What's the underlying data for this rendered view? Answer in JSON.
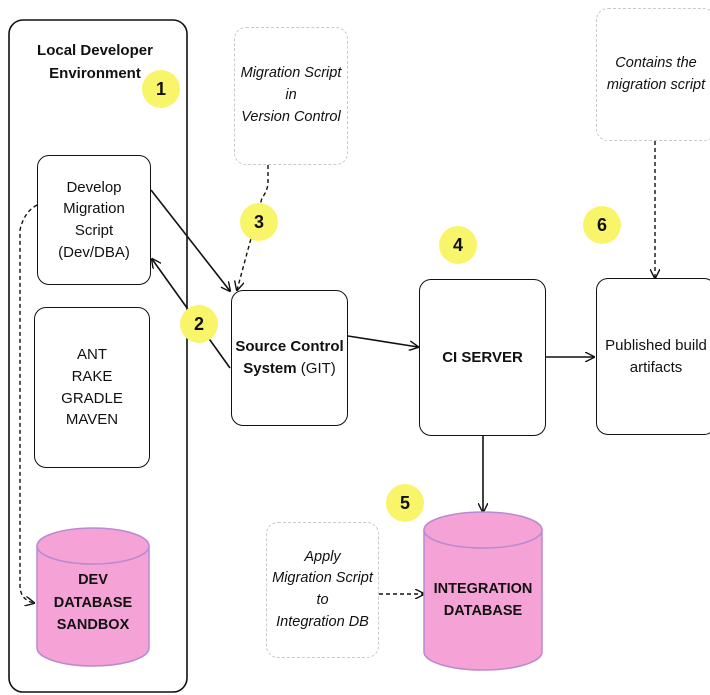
{
  "local_env": {
    "title": "Local Developer Environment",
    "develop_box": {
      "lines": [
        "Develop Migration",
        "Script",
        "(Dev/DBA)"
      ]
    },
    "tools_box": {
      "lines": [
        "ANT",
        "RAKE",
        "GRADLE",
        "MAVEN"
      ]
    },
    "dev_db": {
      "lines": [
        "DEV DATABASE",
        "SANDBOX"
      ]
    }
  },
  "source_control": {
    "bold": "Source Control",
    "bold2": "System",
    "suffix": " (GIT)"
  },
  "ci_server": {
    "label": "CI SERVER"
  },
  "published": {
    "lines": [
      "Published build",
      "artifacts"
    ]
  },
  "integration_db": {
    "lines": [
      "INTEGRATION",
      "DATABASE"
    ]
  },
  "notes": {
    "vcs": [
      "Migration Script in",
      "Version Control"
    ],
    "artifacts": [
      "Contains the",
      "migration script"
    ],
    "apply": [
      "Apply",
      "Migration Script to",
      "Integration DB"
    ]
  },
  "badges": [
    "1",
    "2",
    "3",
    "4",
    "5",
    "6"
  ],
  "colors": {
    "badge": "#f9f56a",
    "database_fill": "#f5a3d6",
    "database_stroke": "#b98ad0",
    "note_border": "#c9c9c9",
    "line": "#111111"
  }
}
